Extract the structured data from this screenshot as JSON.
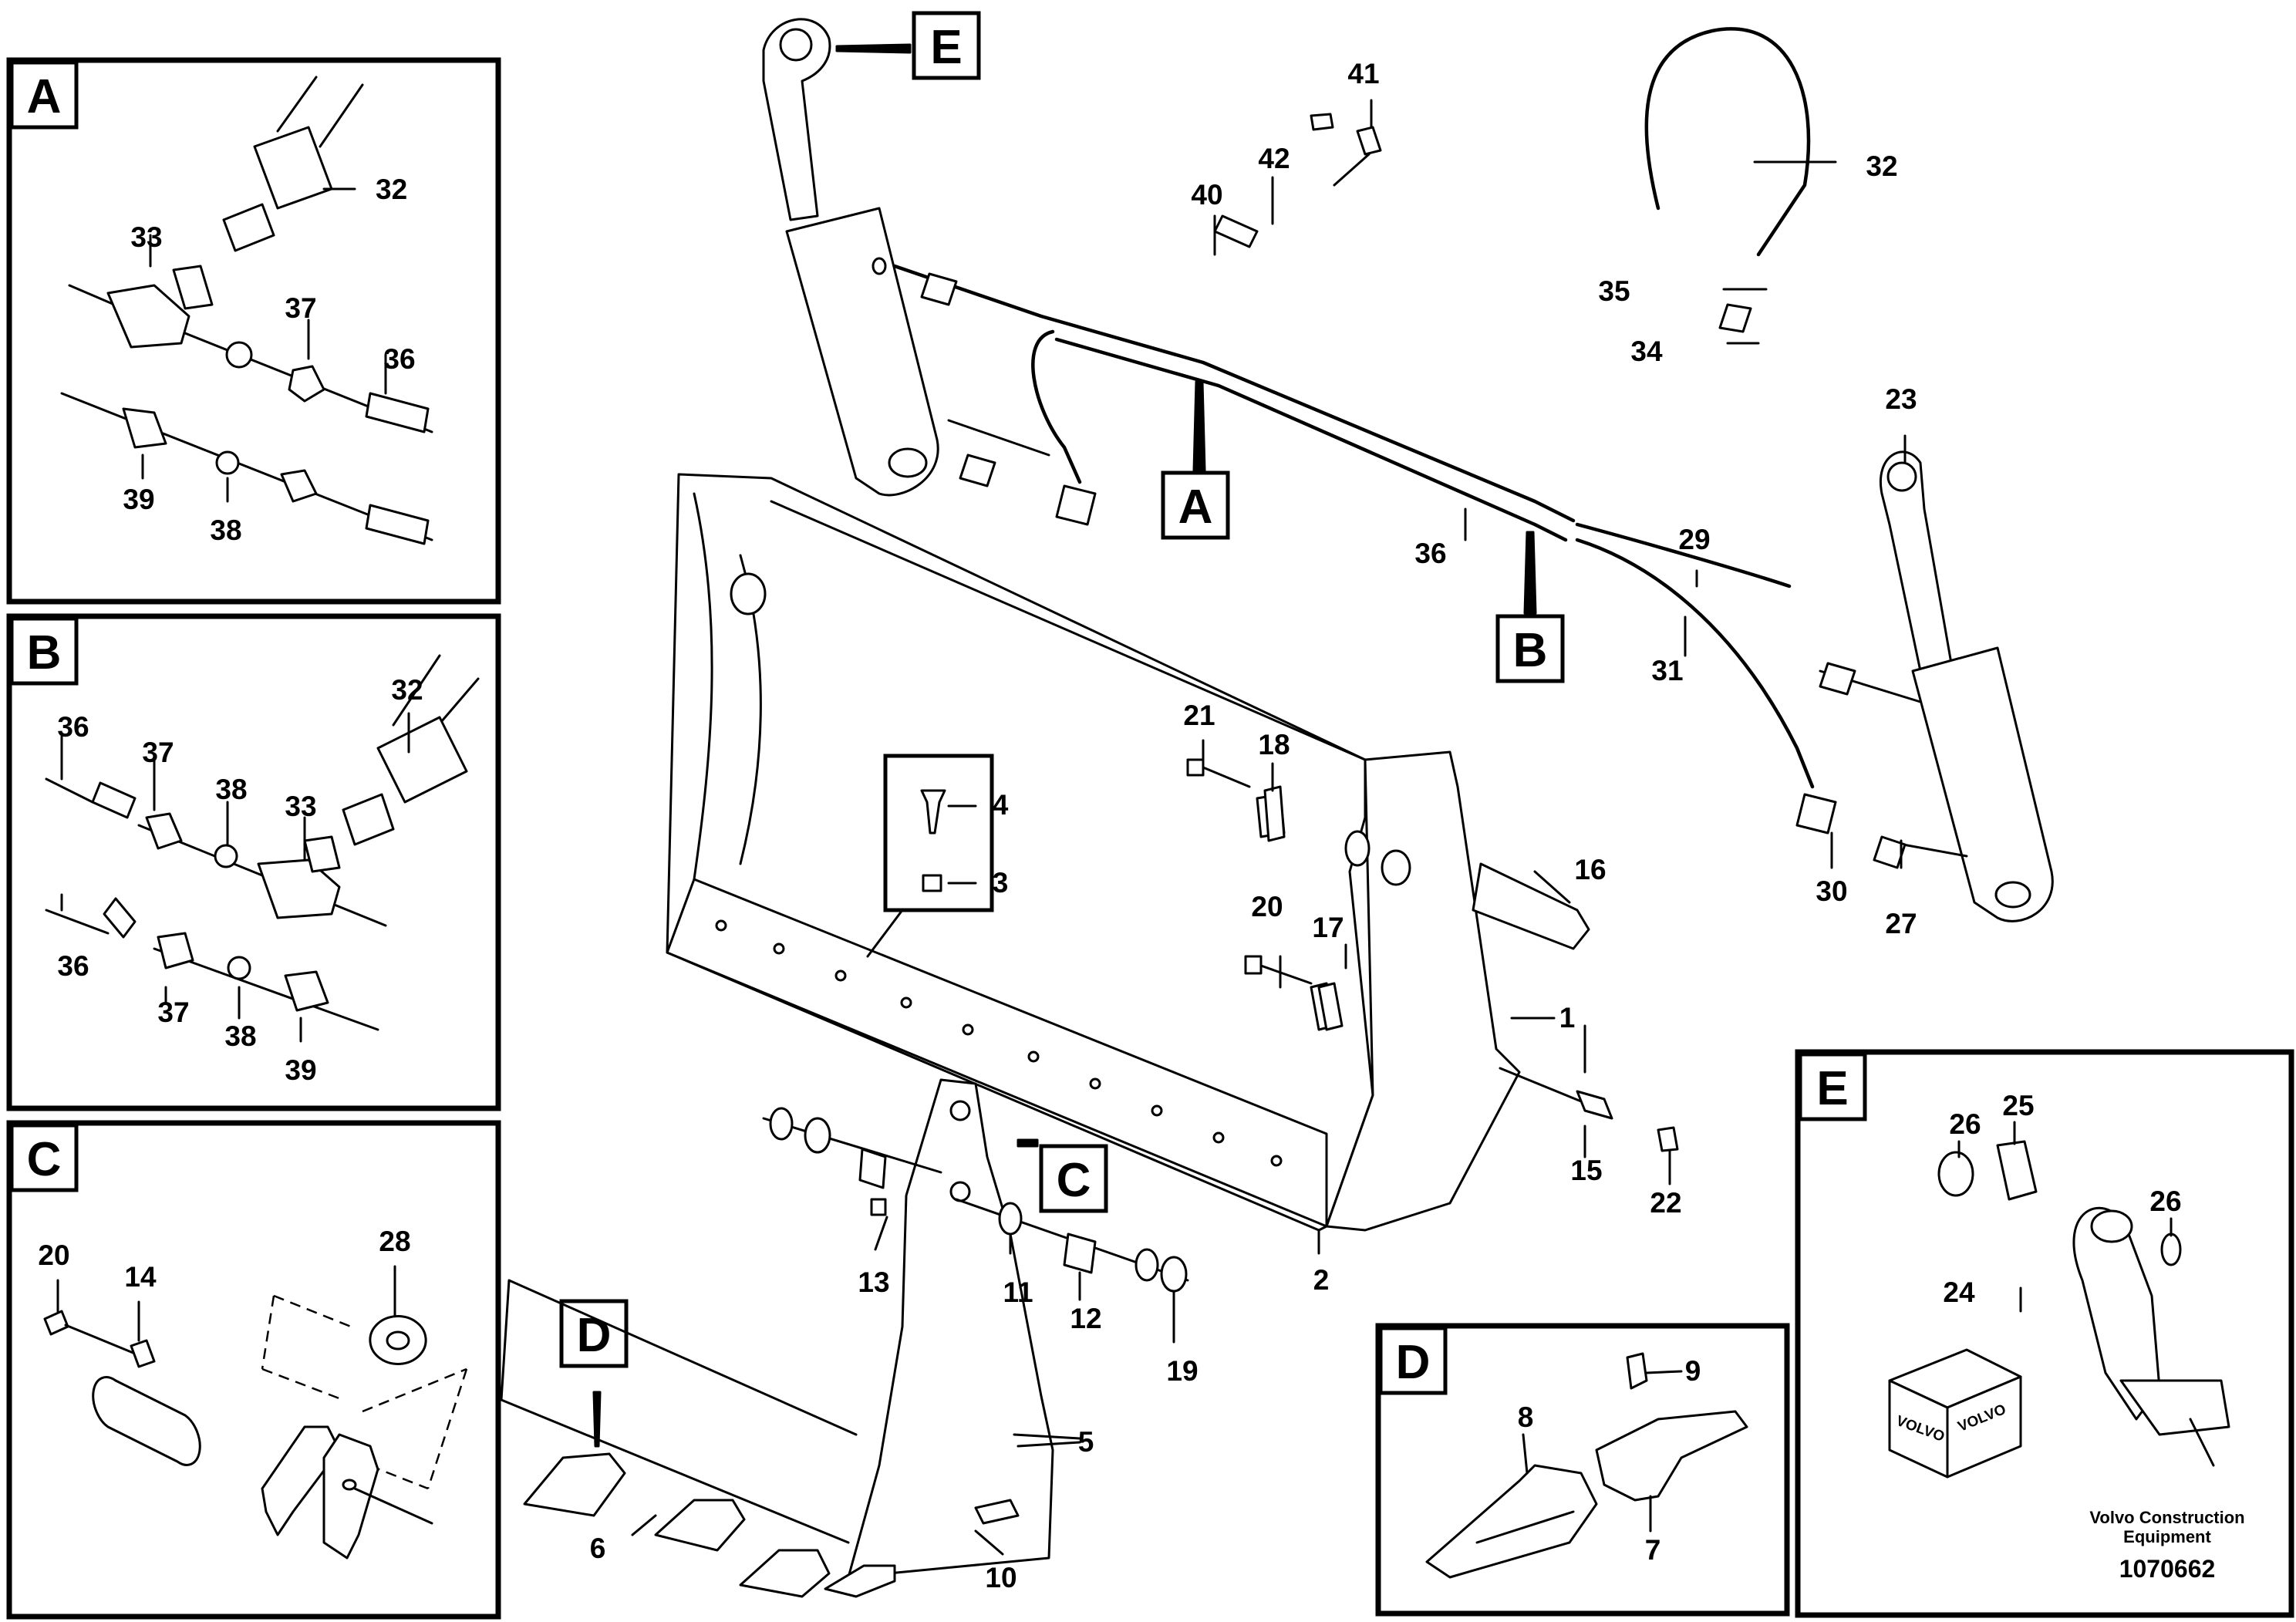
{
  "insets": {
    "A": {
      "letter": "A",
      "labels": [
        "32",
        "33",
        "37",
        "36",
        "39",
        "38"
      ]
    },
    "B": {
      "letter": "B",
      "labels": [
        "36",
        "37",
        "38",
        "33",
        "32",
        "36",
        "37",
        "38",
        "39"
      ]
    },
    "C": {
      "letter": "C",
      "labels": [
        "20",
        "14",
        "28"
      ]
    },
    "D": {
      "letter": "D",
      "labels": [
        "9",
        "8",
        "7"
      ]
    },
    "E": {
      "letter": "E",
      "labels": [
        "26",
        "25",
        "26",
        "24"
      ]
    }
  },
  "callouts": {
    "E": "E",
    "A": "A",
    "B": "B",
    "C": "C",
    "D": "D"
  },
  "main_labels": [
    "41",
    "42",
    "40",
    "32",
    "35",
    "34",
    "23",
    "36",
    "29",
    "31",
    "30",
    "27",
    "21",
    "18",
    "4",
    "3",
    "16",
    "20",
    "17",
    "1",
    "15",
    "22",
    "2",
    "11",
    "12",
    "13",
    "19",
    "5",
    "10",
    "6"
  ],
  "kit_brand": [
    "VOLVO",
    "VOLVO"
  ],
  "footer": {
    "company_line1": "Volvo Construction",
    "company_line2": "Equipment",
    "doc_number": "1070662"
  }
}
